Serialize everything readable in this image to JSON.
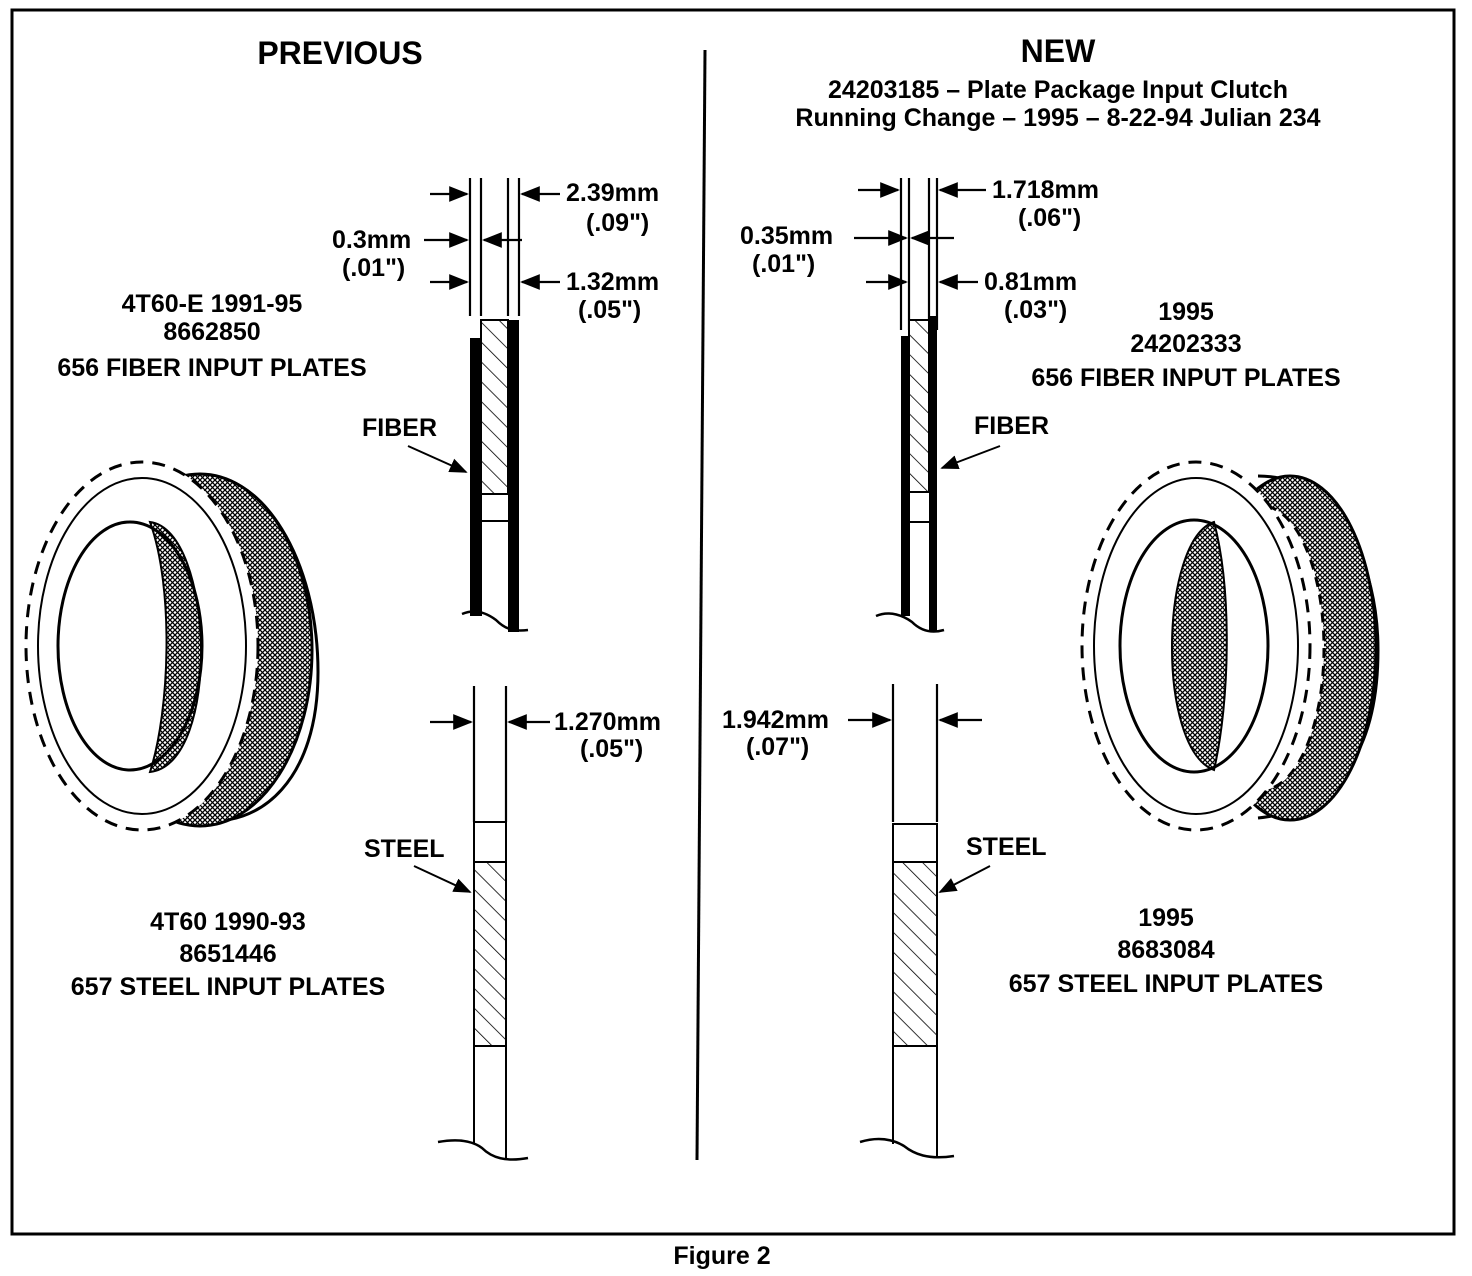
{
  "previous": {
    "heading": "PREVIOUS",
    "fiber_dims": {
      "total": "2.39mm",
      "total_in": "(.09\")",
      "core": "0.3mm",
      "core_in": "(.01\")",
      "facing": "1.32mm",
      "facing_in": "(.05\")"
    },
    "fiber_plate": {
      "line1": "4T60-E 1991-95",
      "line2": "8662850",
      "line3": "656 FIBER INPUT PLATES"
    },
    "fiber_label": "FIBER",
    "steel_dims": {
      "total": "1.270mm",
      "total_in": "(.05\")"
    },
    "steel_label": "STEEL",
    "steel_plate": {
      "line1": "4T60 1990-93",
      "line2": "8651446",
      "line3": "657 STEEL INPUT PLATES"
    }
  },
  "new": {
    "heading": "NEW",
    "subtitle1": "24203185 – Plate Package Input Clutch",
    "subtitle2": "Running Change – 1995 – 8-22-94 Julian 234",
    "fiber_dims": {
      "total": "1.718mm",
      "total_in": "(.06\")",
      "core": "0.35mm",
      "core_in": "(.01\")",
      "facing": "0.81mm",
      "facing_in": "(.03\")"
    },
    "fiber_plate": {
      "line1": "1995",
      "line2": "24202333",
      "line3": "656 FIBER INPUT PLATES"
    },
    "fiber_label": "FIBER",
    "steel_dims": {
      "total": "1.942mm",
      "total_in": "(.07\")"
    },
    "steel_label": "STEEL",
    "steel_plate": {
      "line1": "1995",
      "line2": "8683084",
      "line3": "657 STEEL INPUT PLATES"
    }
  },
  "caption": "Figure 2"
}
